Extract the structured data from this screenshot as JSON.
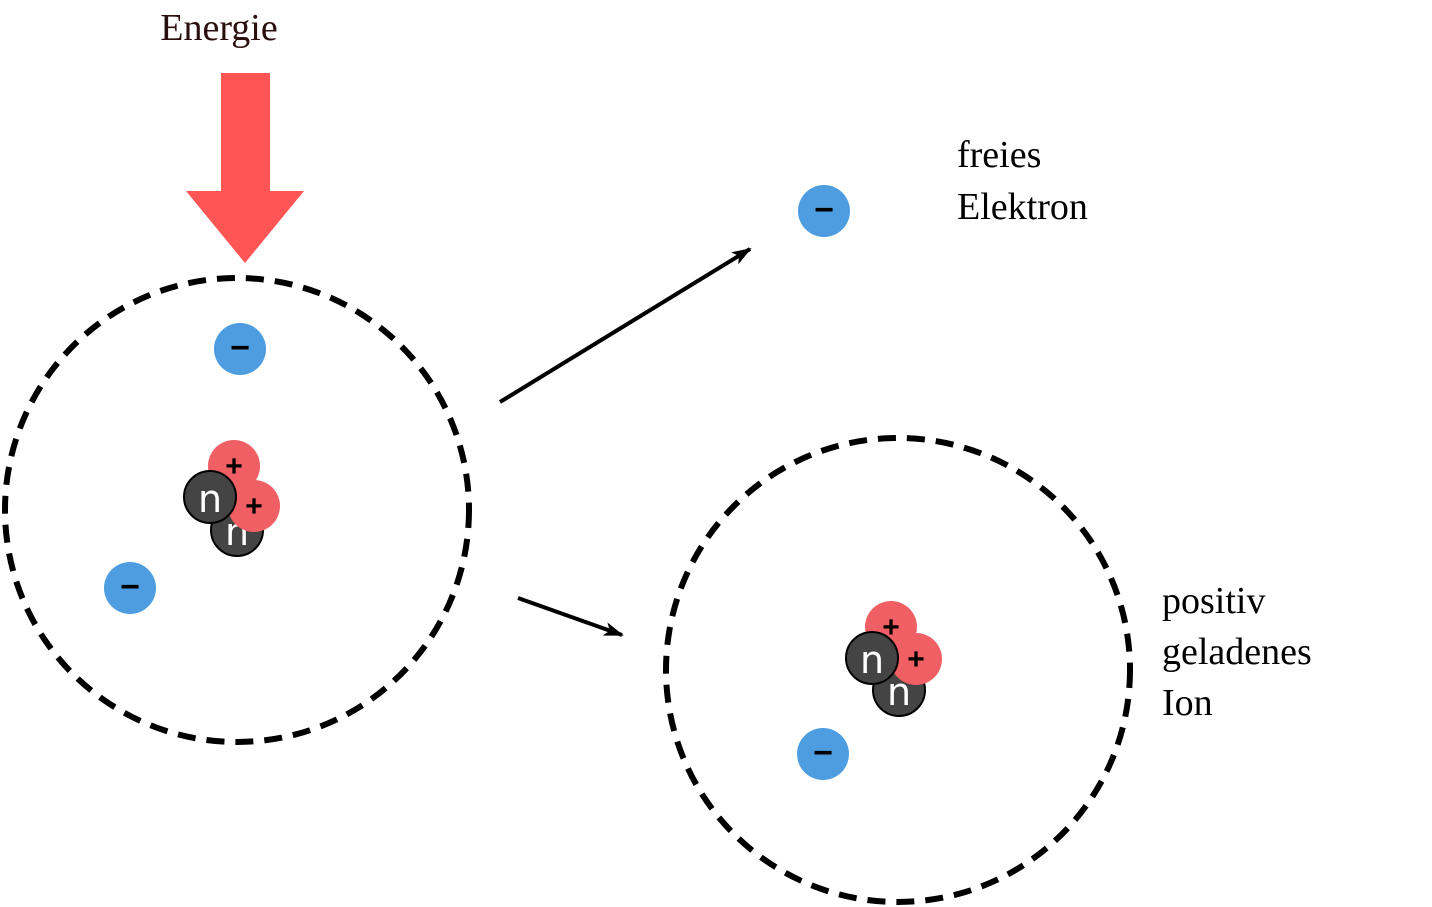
{
  "labels": {
    "energy": "Energie",
    "free_electron": [
      "freies",
      "Elektron"
    ],
    "ion": [
      "positiv",
      "geladenes",
      "Ion"
    ]
  },
  "symbols": {
    "electron": "−",
    "proton": "+",
    "neutron": "n"
  },
  "colors": {
    "energy_arrow": "#ff5555",
    "energy_text": "#2b0f0f",
    "electron": "#4d9de0",
    "proton": "#ef5f63",
    "neutron": "#444444",
    "outline": "#000000"
  }
}
